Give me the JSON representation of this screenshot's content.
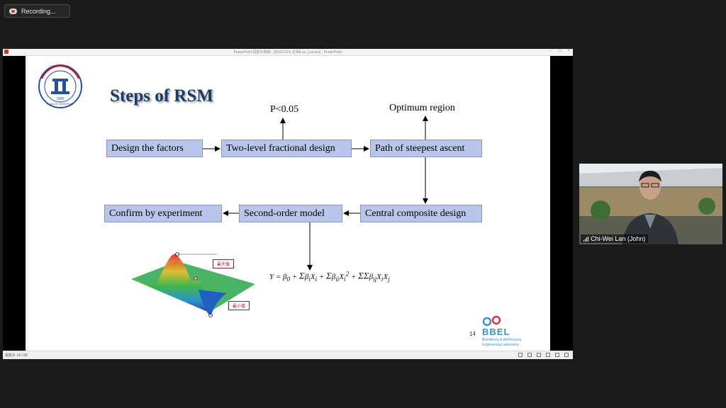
{
  "recording": {
    "label": "Recording..."
  },
  "window": {
    "title": "PowerPoint 投影片放映 - [20221214_ICIMLan_Lecture] - PowerPoint",
    "controls": [
      "–",
      "□",
      "×"
    ],
    "status": "投影片 14 / 69"
  },
  "slide": {
    "title": "Steps of RSM",
    "logo": {
      "year": "1989",
      "text": "YUAN ZE UNIVERSITY"
    },
    "boxes": {
      "design_factors": "Design the factors",
      "two_level": "Two-level fractional design",
      "steepest": "Path of steepest ascent",
      "central": "Central composite design",
      "second_order": "Second-order model",
      "confirm": "Confirm by experiment"
    },
    "labels": {
      "p_value": "P<0.05",
      "optimum": "Optimum region"
    },
    "legend": {
      "max": "最大值",
      "min": "最小值"
    },
    "page_number": "14",
    "bbel": {
      "name": "BBEL",
      "subtitle_1": "Biorefinery & BioProcess",
      "subtitle_2": "Engineering Laboratory"
    }
  },
  "participant": {
    "name": "Chi-Wei Lan (John)"
  },
  "colors": {
    "box_fill": "#b7c6ea",
    "title": "#1f3a60",
    "bbel_blue": "#3d8fcc",
    "bbel_red": "#d9343f"
  }
}
